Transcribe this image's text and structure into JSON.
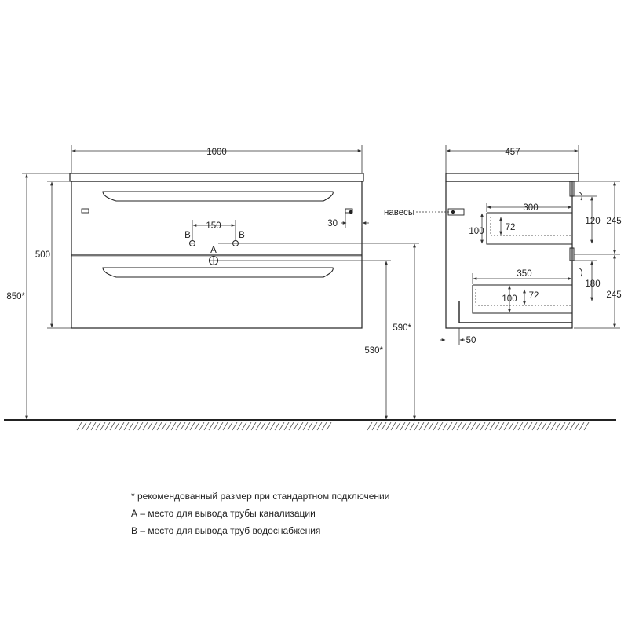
{
  "front_view": {
    "width": "1000",
    "height_body": "500",
    "height_total": "850*",
    "pipe_spacing": "150",
    "supply_left": "B",
    "supply_right": "B",
    "drain": "A",
    "drain_height": "590*",
    "supply_height": "530*",
    "hinge_offset": "30",
    "hinge_label": "навесы"
  },
  "side_view": {
    "depth": "457",
    "drawer_top_depth": "300",
    "drawer_top_inner_height": "72",
    "drawer_top_height": "100",
    "drawer_top_front": "120",
    "drawer_top_pitch": "245",
    "drawer_bottom_depth": "350",
    "drawer_bottom_height": "100",
    "drawer_bottom_inner_height": "72",
    "drawer_bottom_front": "180",
    "drawer_bottom_pitch": "245",
    "back_gap": "50"
  },
  "legend": {
    "note_star": "* рекомендованный размер при стандартном подключении",
    "note_a": "А – место для вывода трубы канализации",
    "note_b": "В – место для вывода труб водоснабжения"
  },
  "colors": {
    "line": "#222222",
    "dim_line": "#333333"
  }
}
